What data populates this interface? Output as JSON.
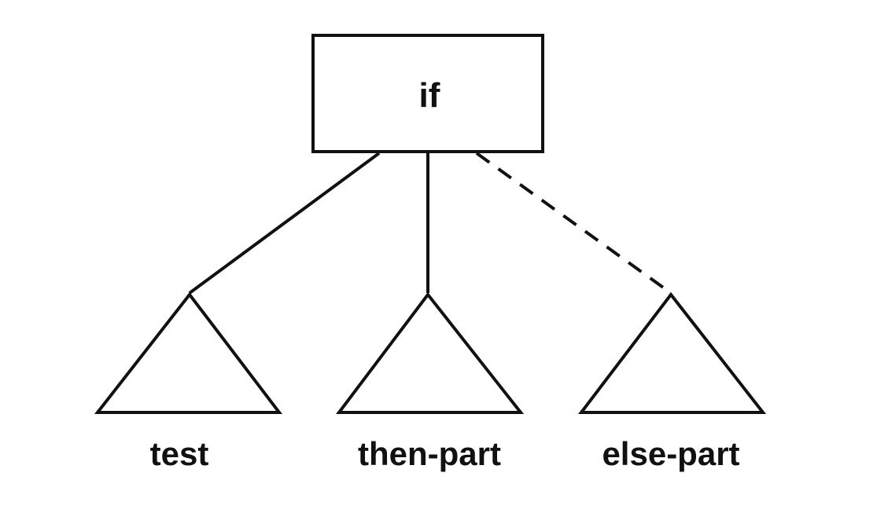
{
  "diagram": {
    "root": {
      "label": "if"
    },
    "children": [
      {
        "label": "test",
        "edge_style": "solid"
      },
      {
        "label": "then-part",
        "edge_style": "solid"
      },
      {
        "label": "else-part",
        "edge_style": "dashed"
      }
    ],
    "colors": {
      "stroke": "#111111",
      "background": "#ffffff"
    }
  }
}
